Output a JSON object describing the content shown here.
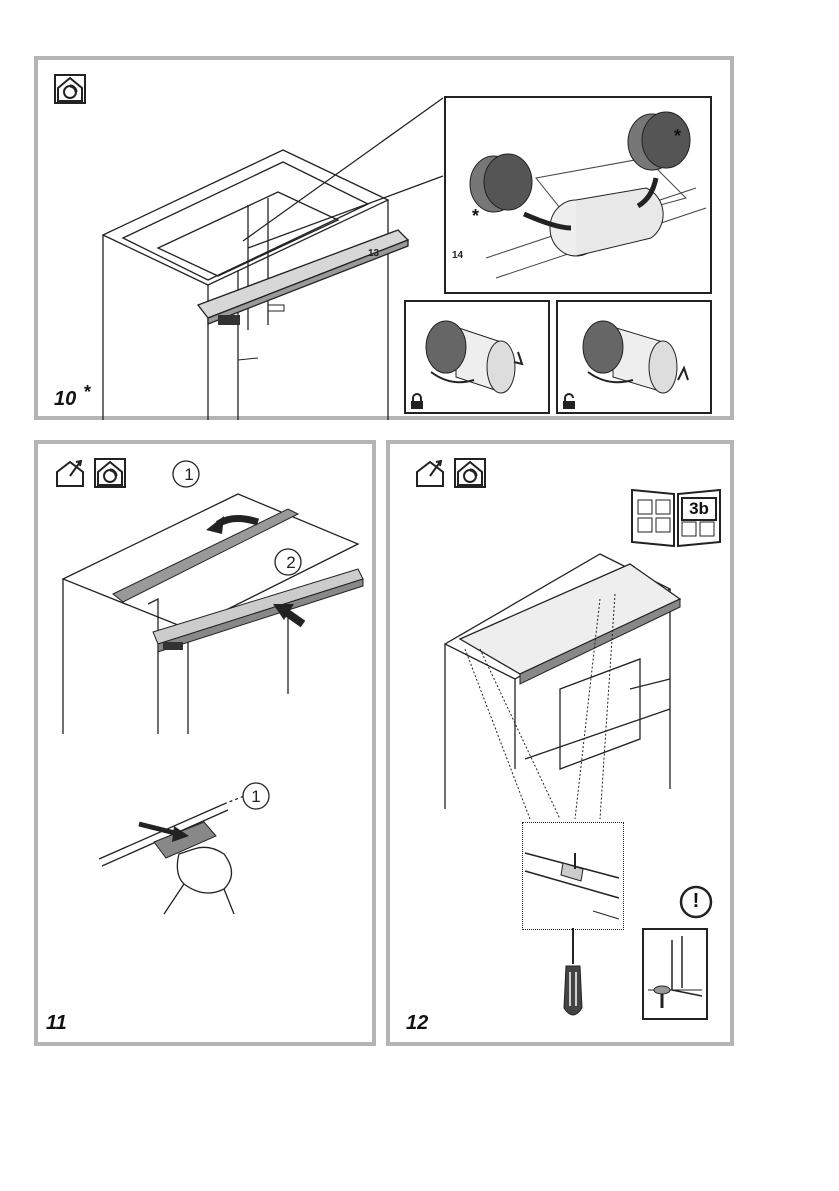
{
  "panels": {
    "p10": {
      "number": "10",
      "star": "*",
      "inset_label": "14",
      "part_label": "13",
      "inset_stars": [
        "*",
        "*"
      ]
    },
    "p11": {
      "number": "11",
      "steps": [
        "1",
        "2",
        "1"
      ]
    },
    "p12": {
      "number": "12",
      "book_label": "3b",
      "warning": "!"
    }
  },
  "icons": {
    "recirculation": "recirculation-house-icon",
    "extraction": "extraction-house-icon",
    "lock": "lock-icon",
    "unlock": "unlock-icon",
    "manual": "manual-book-icon",
    "warning": "warning-circle-icon"
  }
}
